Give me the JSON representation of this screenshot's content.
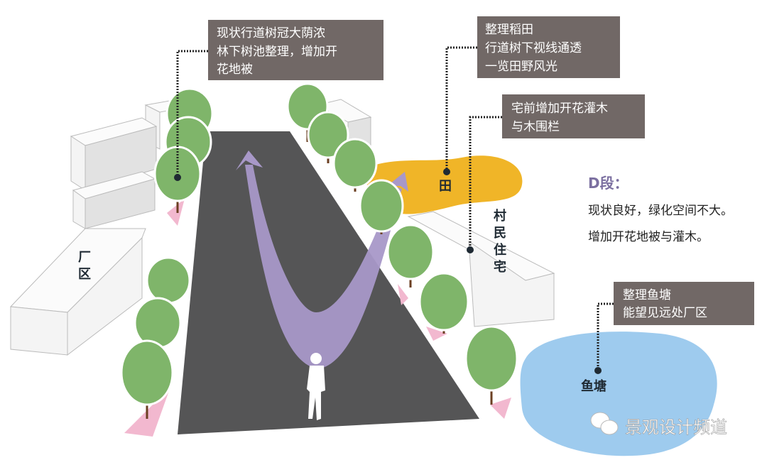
{
  "callouts": {
    "street_trees": {
      "lines": [
        "现状行道树冠大荫浓",
        "林下树池整理，增加开",
        "花地被"
      ]
    },
    "paddy": {
      "lines": [
        "整理稻田",
        "行道树下视线通透",
        "一览田野风光"
      ]
    },
    "shrubs": {
      "lines": [
        "宅前增加开花灌木",
        "与木围栏"
      ]
    },
    "pond": {
      "lines": [
        "整理鱼塘",
        "能望见远处厂区"
      ]
    }
  },
  "labels": {
    "factory": [
      "厂",
      "区"
    ],
    "field": "田",
    "village": [
      "村",
      "民",
      "住",
      "宅"
    ],
    "pond": "鱼塘"
  },
  "section": {
    "title": "D段：",
    "lines": [
      "现状良好，绿化空间不大。",
      "增加开花地被与灌木。"
    ]
  },
  "watermark": {
    "text": "景观设计频道",
    "icon": "wechat-icon"
  },
  "colors": {
    "road": "#555556",
    "field": "#f0b528",
    "pond": "#9ecbee",
    "arrow": "#a898c8",
    "tree": "#7fb56a",
    "box": "#716866",
    "section_title": "#7b6fa0"
  }
}
